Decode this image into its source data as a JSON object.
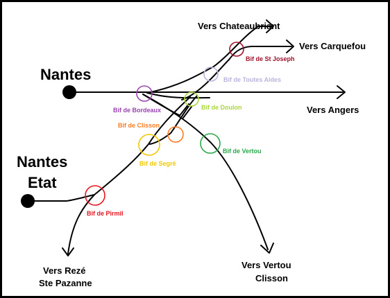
{
  "colors": {
    "border": "#000000",
    "track": "#000000",
    "st_joseph": "#a0102a",
    "toutes_aides": "#b9b4dd",
    "bordeaux": "#9a44b0",
    "doulon": "#a9d83a",
    "clisson": "#ff7b22",
    "segre": "#f2c800",
    "vertou": "#2aa84a",
    "pirmil": "#e8141e"
  },
  "stations": {
    "nantes": "Nantes",
    "nantes_etat_line1": "Nantes",
    "nantes_etat_line2": "Etat"
  },
  "destinations": {
    "chateaubriant": "Vers Chateaubriant",
    "carquefou": "Vers Carquefou",
    "angers": "Vers Angers",
    "reze_line1": "Vers Rezé",
    "reze_line2": "Ste Pazanne",
    "vertou_line1": "Vers Vertou",
    "vertou_line2": "Clisson"
  },
  "junctions": {
    "st_joseph": "Bif de St Joseph",
    "toutes_aides": "Bif de Toutes Aides",
    "bordeaux": "Bif de Bordeaux",
    "doulon": "Bif de Doulon",
    "clisson": "Bif de Clisson",
    "segre": "Bif de Segré",
    "vertou": "Bif de Vertou",
    "pirmil": "Bif de Pirmil"
  },
  "icons": {
    "station": "filled-circle",
    "direction": "arrow-head"
  }
}
